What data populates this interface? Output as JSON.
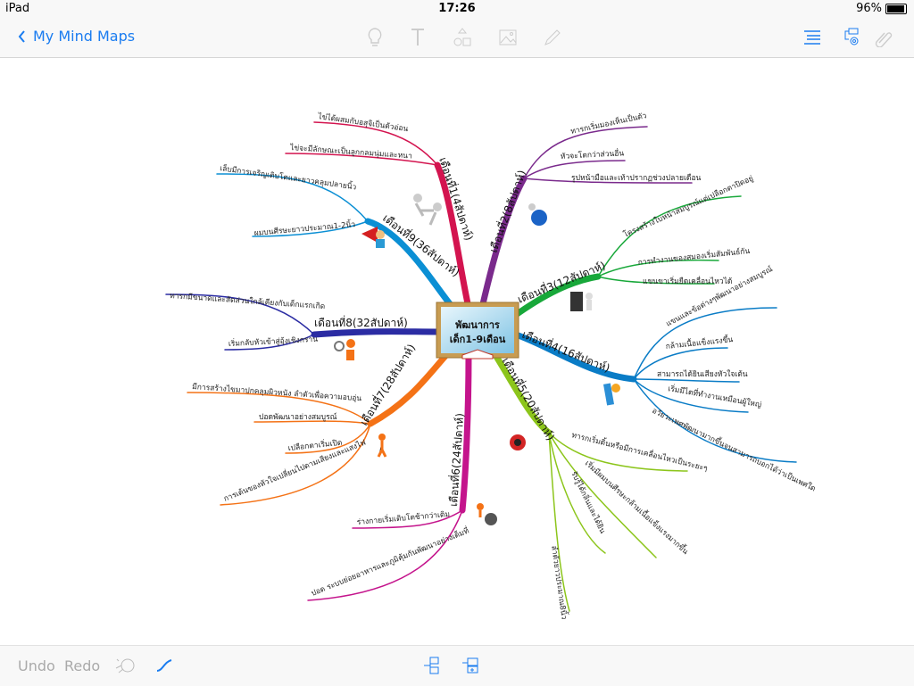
{
  "status": {
    "device": "iPad",
    "time": "17:26",
    "battery": "96%",
    "battery_level": 0.96
  },
  "nav": {
    "back_label": "My Mind Maps",
    "tools": [
      "lightbulb-icon",
      "text-icon",
      "shapes-icon",
      "image-icon",
      "pencil-icon"
    ],
    "right_tools": [
      "outline-list-icon",
      "map-settings-icon",
      "attachment-icon"
    ]
  },
  "bottom": {
    "undo": "Undo",
    "redo": "Redo"
  },
  "colors": {
    "accent": "#1a7cf0"
  },
  "center": {
    "line1": "พัฒนาการ",
    "line2": "เด็ก1-9เดือน"
  },
  "branches": [
    {
      "label": "เดือนที่1(4สัปดาห์)",
      "color": "#d3144f",
      "subs": [
        "ไข่ได้ผสมกับอสุจิเป็นตัวอ่อน",
        "ไข่จะมีลักษณะเป็นลูกกลมนุ่มและหนา"
      ]
    },
    {
      "label": "เดือนที่2(8สัปดาห์)",
      "color": "#7a2a8c",
      "subs": [
        "ทารกเริ่มมองเห็นเป็นตัว",
        "หัวจะโตกว่าส่วนอื่น",
        "รูปหน้ามือและเท้าปรากฏช่วงปลายเดือน"
      ]
    },
    {
      "label": "เดือนที่3(12สัปดาห์)",
      "color": "#18a83a",
      "subs": [
        "โครงสร้างใบหน้าสมบูรณ์แต่เปลือกตาปิดอยู่",
        "การทำงานของสมองเริ่มสัมพันธ์กัน",
        "แขนขาเริ่มยืดเคลื่อนไหวได้"
      ]
    },
    {
      "label": "เดือนที่4(16สัปดาห์)",
      "color": "#0a7cc6",
      "subs": [
        "แขนและข้อต่างๆพัฒนาอย่างสมบูรณ์",
        "กล้ามเนื้อแข็งแรงขึ้น",
        "สามารถได้ยินเสียงหัวใจเต้น",
        "เริ่มมีไตที่ทำงานเหมือนผู้ใหญ่",
        "อวัยวะเพศพัฒนามากขึ้นจนสามารถบอกได้ว่าเป็นเพศใด"
      ]
    },
    {
      "label": "เดือนที่5(20สัปดาห์)",
      "color": "#8cc51b",
      "subs": [
        "ทารกเริ่มดิ้นหรือมีการเคลื่อนไหวเป็นระยะๆ",
        "เริ่มมีผมบนศีรษะกล้ามเนื้อแข็งแรงมากขึ้น",
        "รับรู้ได้กลิ่นและได้ยิน",
        "ลำตัวยาวประมาณ8นิ้ว"
      ]
    },
    {
      "label": "เดือนที่6(24สัปดาห์)",
      "color": "#c4148c",
      "subs": [
        "ร่างกายเริ่มเติบโตช้ากว่าเดิม",
        "ปอด ระบบย่อยอาหารและภูมิคุ้มกันพัฒนาอย่างเต็มที่"
      ]
    },
    {
      "label": "เดือนที่7(28สัปดาห์)",
      "color": "#f47216",
      "subs": [
        "มีการสร้างไขมาปกคลุมผิวหนัง ลำตัวเพื่อความอบอุ่น",
        "ปอดพัฒนาอย่างสมบูรณ์",
        "เปลือกตาเริ่มเปิด",
        "การเต้นของหัวใจเปลี่ยนไปตามเสียงและแสงไฟ"
      ]
    },
    {
      "label": "เดือนที่8(32สัปดาห์)",
      "color": "#2b2ca3",
      "subs": [
        "ทารกมีขนาดและสัดส่วนใกล้เคียงกับเด็กแรกเกิด",
        "เริ่มกลับหัวเข้าสู่อุ้งเชิงกราน"
      ]
    },
    {
      "label": "เดือนที่9(36สัปดาห์)",
      "color": "#0b8fd4",
      "subs": [
        "เล็บมีการเจริญเติบโตและยาวคลุมปลายนิ้ว",
        "ผมบนศีรษะยาวประมาณ1-2นิ้ว"
      ]
    }
  ]
}
